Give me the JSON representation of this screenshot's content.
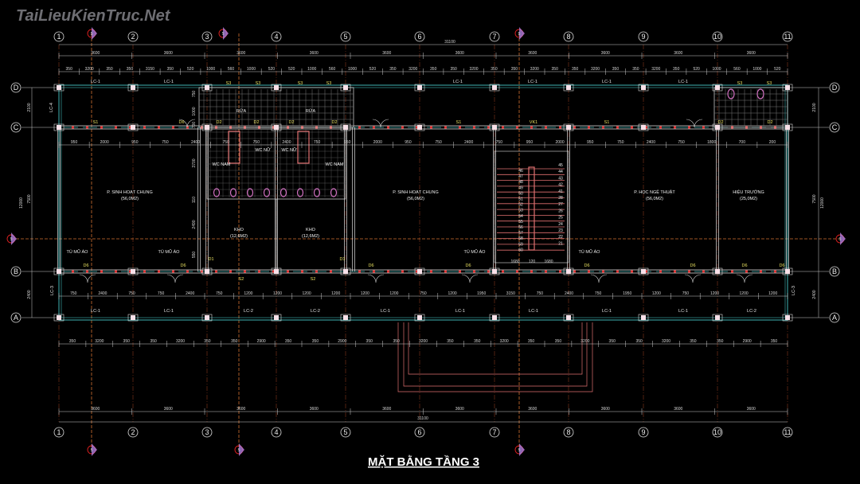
{
  "title": "MẶT BẰNG TẦNG 3",
  "watermark": "TaiLieuKienTruc.Net",
  "colors": {
    "wall": "#e0e0e0",
    "railing": "#3fb3b3",
    "grid": "#c0502a",
    "window": "#e03030",
    "fixture": "#d070c0",
    "stair": "#e07070",
    "text_yellow": "#e8e060"
  },
  "axes": {
    "columns": [
      "1",
      "2",
      "3",
      "4",
      "5",
      "6",
      "7",
      "8",
      "9",
      "10",
      "11"
    ],
    "rows": [
      "D",
      "C",
      "B",
      "A"
    ],
    "section_marks": [
      "5",
      "5",
      "5",
      "5"
    ]
  },
  "dimensions": {
    "total": "31100",
    "top_spans": [
      "3600",
      "3600",
      "3600",
      "3600",
      "3600",
      "3600",
      "3600",
      "3600",
      "3600",
      "3600"
    ],
    "top_detail": [
      "350",
      "3200",
      "350",
      "350",
      "3150",
      "350",
      "520",
      "1000",
      "560",
      "1000",
      "520",
      "520",
      "1000",
      "560",
      "1000",
      "520",
      "350",
      "3200",
      "350",
      "350",
      "3200",
      "350",
      "350",
      "3200",
      "350",
      "350",
      "3200",
      "350",
      "350",
      "3200",
      "350",
      "520",
      "1000",
      "560",
      "1000",
      "520"
    ],
    "row_c_detail": [
      "950",
      "2000",
      "950",
      "750",
      "2400",
      "750",
      "750",
      "2400",
      "750",
      "950",
      "2000",
      "950",
      "750",
      "2400",
      "750",
      "950",
      "2000",
      "950",
      "750",
      "2400",
      "750",
      "1800",
      "700",
      "200"
    ],
    "row_b_detail": [
      "750",
      "2400",
      "750",
      "750",
      "2400",
      "750",
      "1200",
      "1200",
      "1200",
      "1200",
      "1200",
      "1200",
      "750",
      "1200",
      "1950",
      "3150",
      "750",
      "2400",
      "750",
      "1950",
      "1200",
      "750",
      "1200",
      "1200",
      "1200"
    ],
    "bottom_detail": [
      "350",
      "3200",
      "350",
      "350",
      "3200",
      "350",
      "350",
      "2900",
      "350",
      "350",
      "2900",
      "350",
      "350",
      "3200",
      "350",
      "350",
      "3200",
      "350",
      "350",
      "3200",
      "350",
      "350",
      "3200",
      "350",
      "350",
      "2900",
      "350"
    ],
    "bottom_spans": [
      "3600",
      "3600",
      "3600",
      "3600",
      "3600",
      "3600",
      "3600",
      "3600",
      "3600",
      "3600"
    ],
    "left": [
      "2100",
      "7500",
      "12000",
      "2400"
    ],
    "right": [
      "2100",
      "7500",
      "12000",
      "2400"
    ],
    "wc_side": [
      "750",
      "1000",
      "700",
      "3700",
      "110",
      "2490",
      "550"
    ]
  },
  "rooms": [
    {
      "name": "P. SINH HOẠT CHUNG",
      "area": "(56,0M2)"
    },
    {
      "name": "P. SINH HOẠT CHUNG",
      "area": "(56,0M2)"
    },
    {
      "name": "P. HỌC NGỆ THUẬT",
      "area": "(56,0M2)"
    },
    {
      "name": "HIỆU TRƯỞNG",
      "area": "(25,0M2)"
    },
    {
      "name": "KHO",
      "area": "(12,6M2)"
    },
    {
      "name": "KHO",
      "area": "(12,6M2)"
    }
  ],
  "wc_labels": [
    "RỬA",
    "RỬA",
    "WC NAM",
    "WC NỮ",
    "WC NỮ",
    "WC NAM"
  ],
  "wardrobe": "TỦ MŨ ÁO",
  "railings_top": [
    "LC-1",
    "LC-1",
    "LC-1",
    "LC-1",
    "LC-1",
    "LC-1"
  ],
  "railings_bottom": [
    "LC-1",
    "LC-1",
    "LC-2",
    "LC-2",
    "LC-1",
    "LC-1",
    "LC-1",
    "LC-1",
    "LC-1",
    "LC-2"
  ],
  "railings_side": [
    "LC-4",
    "LC-3",
    "LC-3"
  ],
  "openings_top": [
    "S3",
    "S3",
    "S3",
    "S3",
    "S3",
    "S3"
  ],
  "openings_c": [
    "S1",
    "D6",
    "D2",
    "D2",
    "D2",
    "D2",
    "S1",
    "VK1",
    "S1",
    "D2",
    "D2"
  ],
  "openings_b": [
    "D6",
    "D6",
    "D1",
    "D1",
    "S2",
    "S2",
    "D6",
    "D6",
    "D6",
    "D6",
    "D6",
    "D6"
  ],
  "stairs": {
    "left": [
      "46",
      "47",
      "48",
      "49",
      "50",
      "51",
      "52",
      "53",
      "54",
      "55",
      "56",
      "57",
      "58",
      "59",
      "60"
    ],
    "right": [
      "45",
      "44",
      "43",
      "42",
      "41",
      "28",
      "27",
      "26",
      "25",
      "24",
      "23",
      "22",
      "21"
    ],
    "widths": [
      "1680",
      "120",
      "1680"
    ]
  }
}
